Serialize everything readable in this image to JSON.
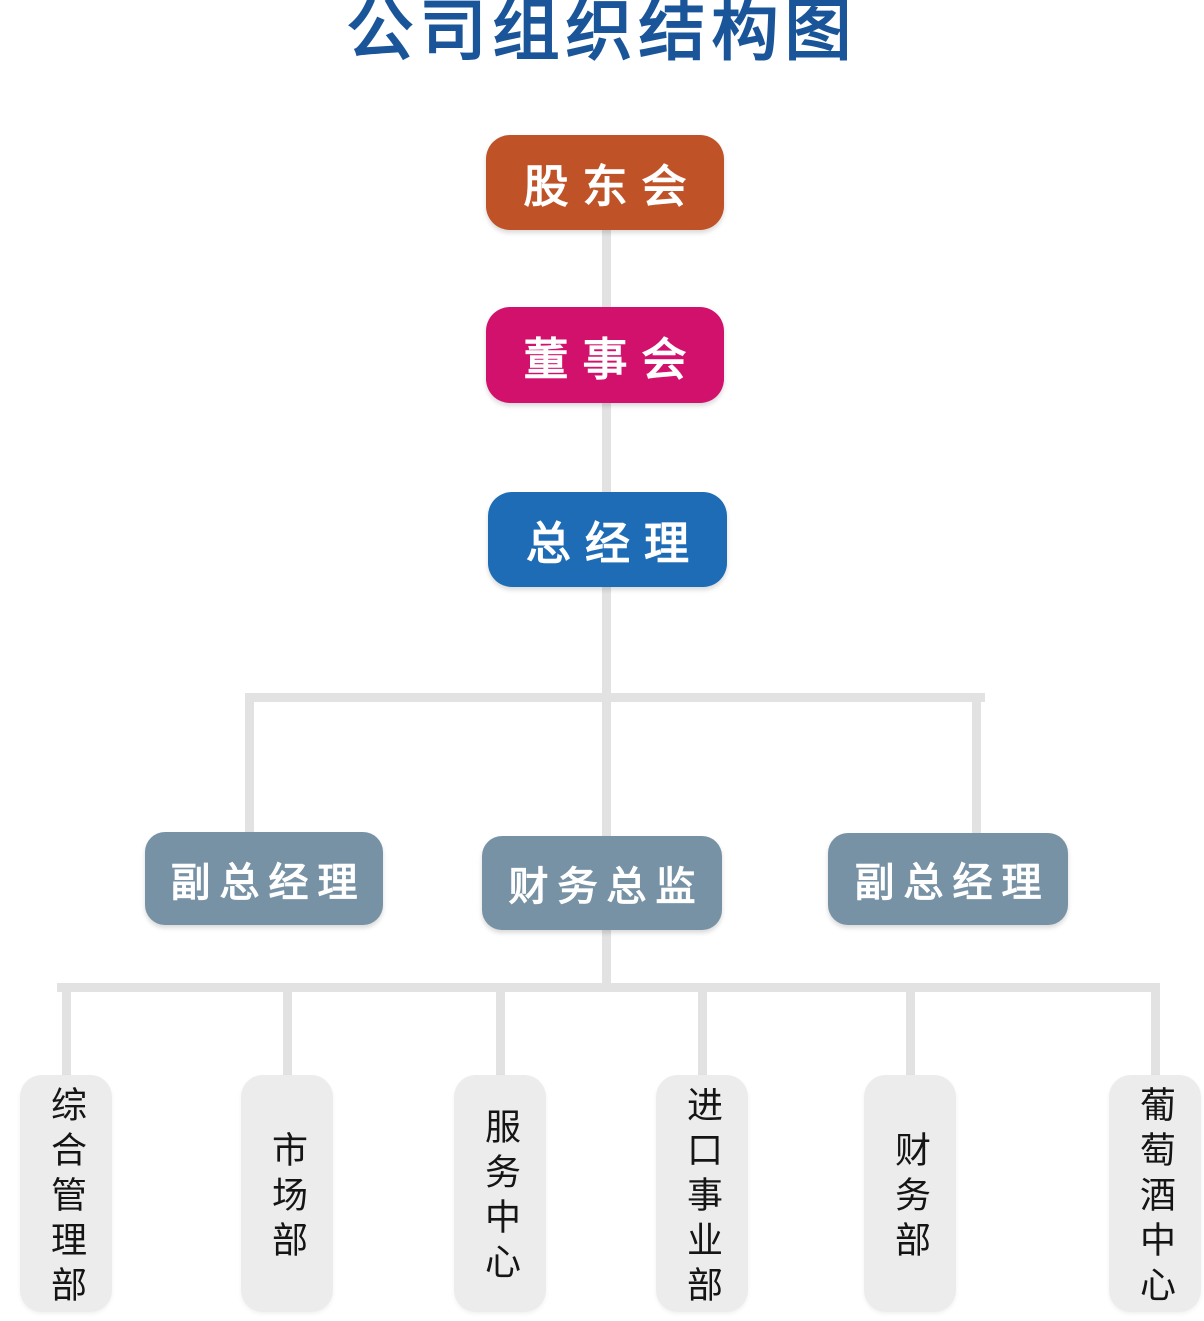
{
  "title": {
    "text": "公司组织结构图",
    "color": "#1a559a"
  },
  "nodes": {
    "shareholders": {
      "label": "股东会",
      "color": "#c05227"
    },
    "board": {
      "label": "董事会",
      "color": "#d1116b"
    },
    "general_manager": {
      "label": "总经理",
      "color": "#1e6cb5"
    },
    "deputy_gm_left": {
      "label": "副总经理",
      "color": "#7792a5"
    },
    "finance_director": {
      "label": "财务总监",
      "color": "#7792a5"
    },
    "deputy_gm_right": {
      "label": "副总经理",
      "color": "#7792a5"
    },
    "departments": [
      {
        "label": "综合管理部",
        "color": "#ececec"
      },
      {
        "label": "市场部",
        "color": "#ececec"
      },
      {
        "label": "服务中心",
        "color": "#ececec"
      },
      {
        "label": "进口事业部",
        "color": "#ececec"
      },
      {
        "label": "财务部",
        "color": "#ececec"
      },
      {
        "label": "葡萄酒中心",
        "color": "#ececec"
      }
    ]
  },
  "connector_color": "#e2e2e2",
  "hierarchy": {
    "root": "股东会",
    "edges": [
      [
        "股东会",
        "董事会"
      ],
      [
        "董事会",
        "总经理"
      ],
      [
        "总经理",
        "副总经理"
      ],
      [
        "总经理",
        "财务总监"
      ],
      [
        "总经理",
        "副总经理"
      ],
      [
        "财务总监",
        "综合管理部"
      ],
      [
        "财务总监",
        "市场部"
      ],
      [
        "财务总监",
        "服务中心"
      ],
      [
        "财务总监",
        "进口事业部"
      ],
      [
        "财务总监",
        "财务部"
      ],
      [
        "财务总监",
        "葡萄酒中心"
      ]
    ]
  }
}
